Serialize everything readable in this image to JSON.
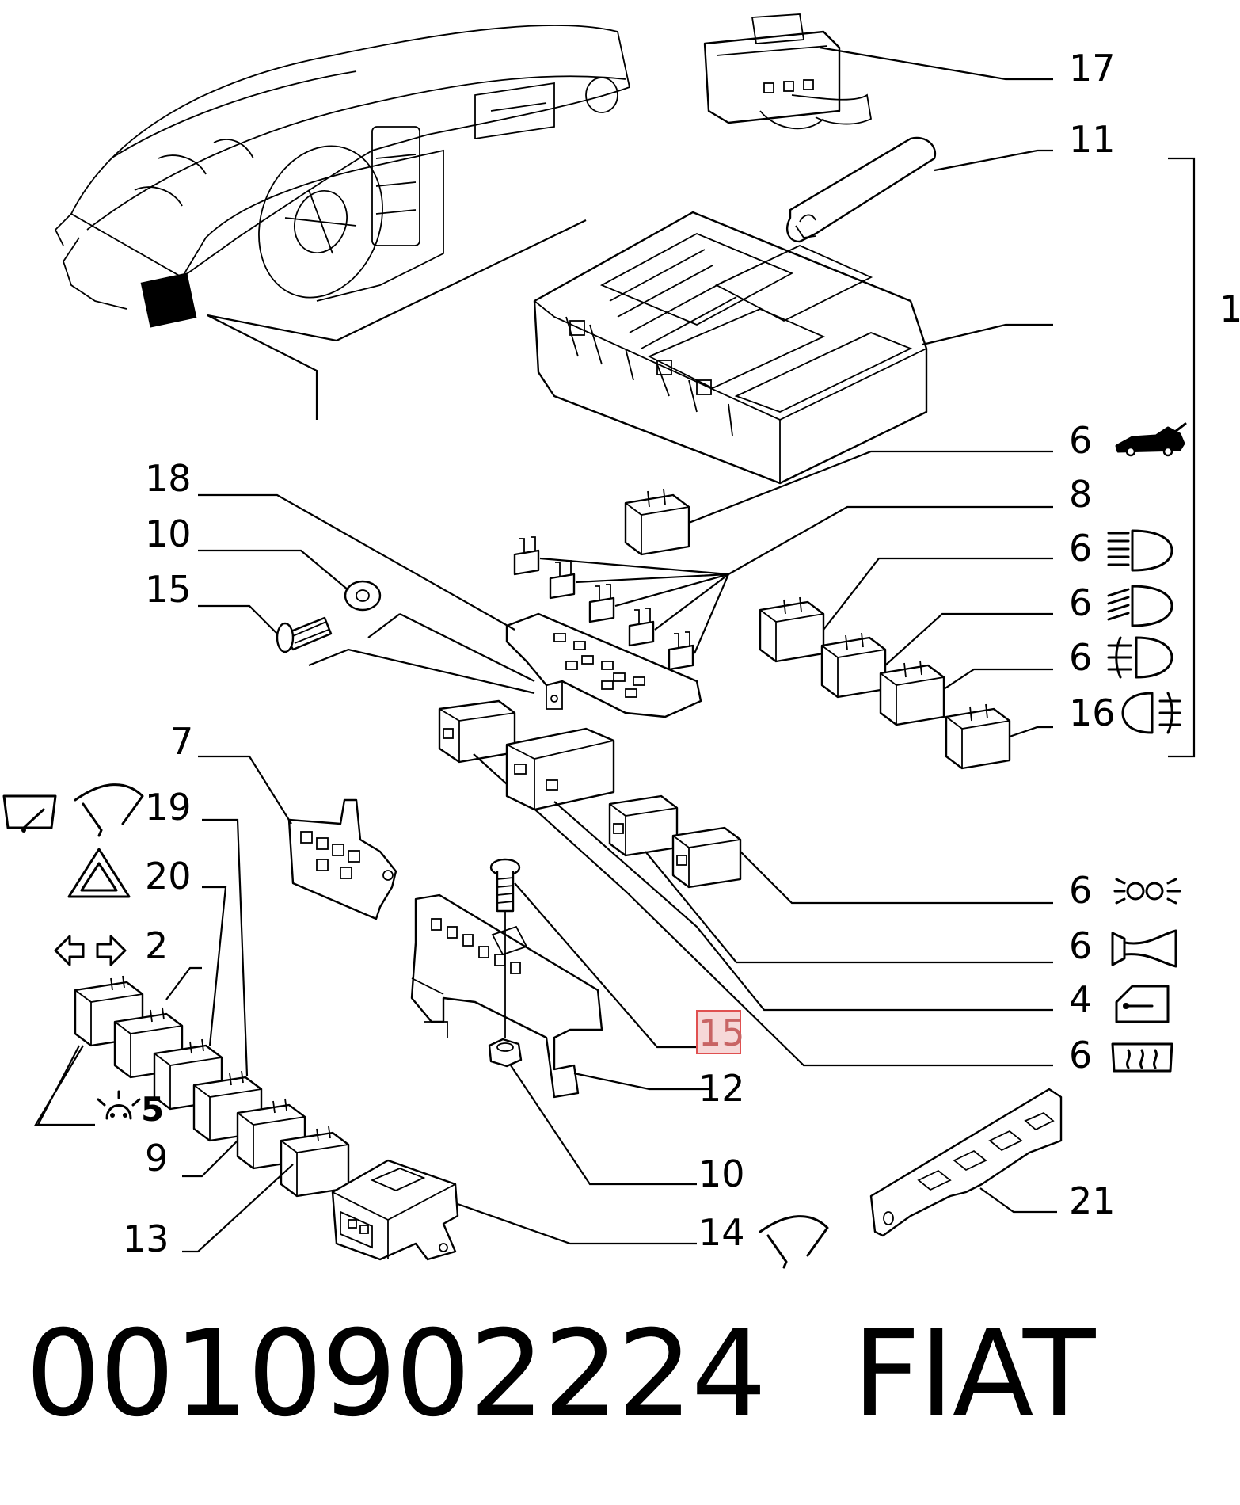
{
  "callouts": [
    "17",
    "11",
    "1",
    "6",
    "8",
    "6",
    "6",
    "6",
    "16",
    "18",
    "10",
    "15",
    "7",
    "19",
    "20",
    "2",
    "5",
    "9",
    "13",
    "6",
    "6",
    "4",
    "6",
    "15",
    "12",
    "10",
    "14",
    "21"
  ],
  "highlighted_callout": "15",
  "highlight_color": "#e05050",
  "icons": [
    "trunk-icon",
    "high-beam-icon",
    "low-beam-icon",
    "fog-light-icon",
    "rear-fog-icon",
    "wiper-icon",
    "hazard-icon",
    "turn-signal-icon",
    "interior-light-icon",
    "side-lights-icon",
    "horn-icon",
    "door-lock-icon",
    "rear-defrost-icon"
  ],
  "footer": {
    "part_number": "0010902224",
    "brand": "FIAT"
  }
}
